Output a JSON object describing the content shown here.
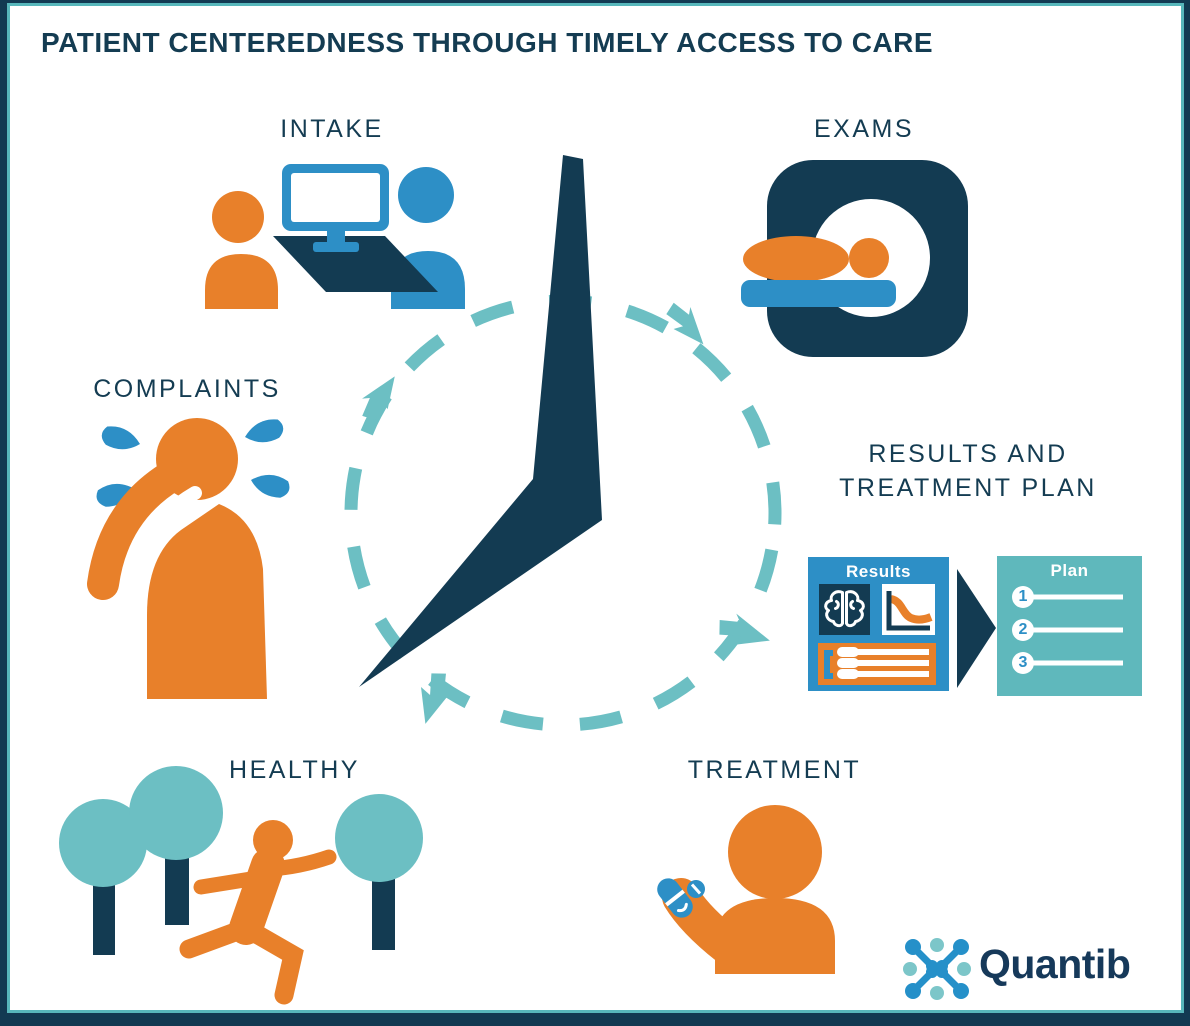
{
  "title": "PATIENT CENTEREDNESS THROUGH TIMELY ACCESS TO CARE",
  "stages": [
    {
      "id": "intake",
      "label": "INTAKE"
    },
    {
      "id": "exams",
      "label": "EXAMS"
    },
    {
      "id": "results_treatment_plan",
      "label_line1": "RESULTS AND",
      "label_line2": "TREATMENT PLAN"
    },
    {
      "id": "treatment",
      "label": "TREATMENT"
    },
    {
      "id": "healthy",
      "label": "HEALTHY"
    },
    {
      "id": "complaints",
      "label": "COMPLAINTS"
    }
  ],
  "results_card": {
    "title": "Results",
    "icons": [
      "brain-scan-icon",
      "declining-chart-icon",
      "report-bars-icon"
    ]
  },
  "plan_card": {
    "title": "Plan",
    "items": [
      {
        "number": "1"
      },
      {
        "number": "2"
      },
      {
        "number": "3"
      }
    ]
  },
  "clock": {
    "icons": [
      "clock-hands-icon",
      "dashed-cycle-circle",
      "clockwise-arrow-icon"
    ]
  },
  "brand": {
    "name": "Quantib",
    "icon": "quantib-molecule-icon"
  },
  "colors": {
    "navy": "#133b52",
    "orange": "#e8802a",
    "blue": "#2d8fc6",
    "teal": "#6cbfc3",
    "plan_teal": "#5fb8bc",
    "title_text": "#143c52",
    "background": "#ffffff"
  }
}
